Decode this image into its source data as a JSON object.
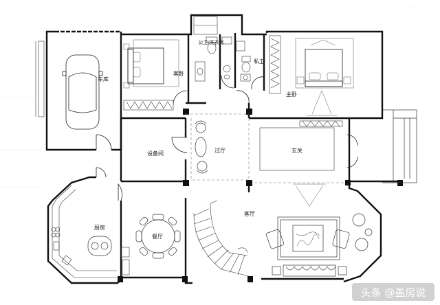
{
  "rooms": {
    "garage": "车库",
    "guest_bedroom": "客卧",
    "bathroom_laundry": "公卫/洗衣房",
    "private_bath": "私卫",
    "master_bedroom": "主卧",
    "equipment_room": "设备间",
    "hall": "过厅",
    "foyer": "玄关",
    "kitchen": "厨房",
    "dining": "餐厅",
    "living_room": "客厅"
  },
  "watermark": {
    "text": "头条 @盖房说"
  },
  "colors": {
    "walls": "#111111",
    "background": "#ffffff"
  }
}
